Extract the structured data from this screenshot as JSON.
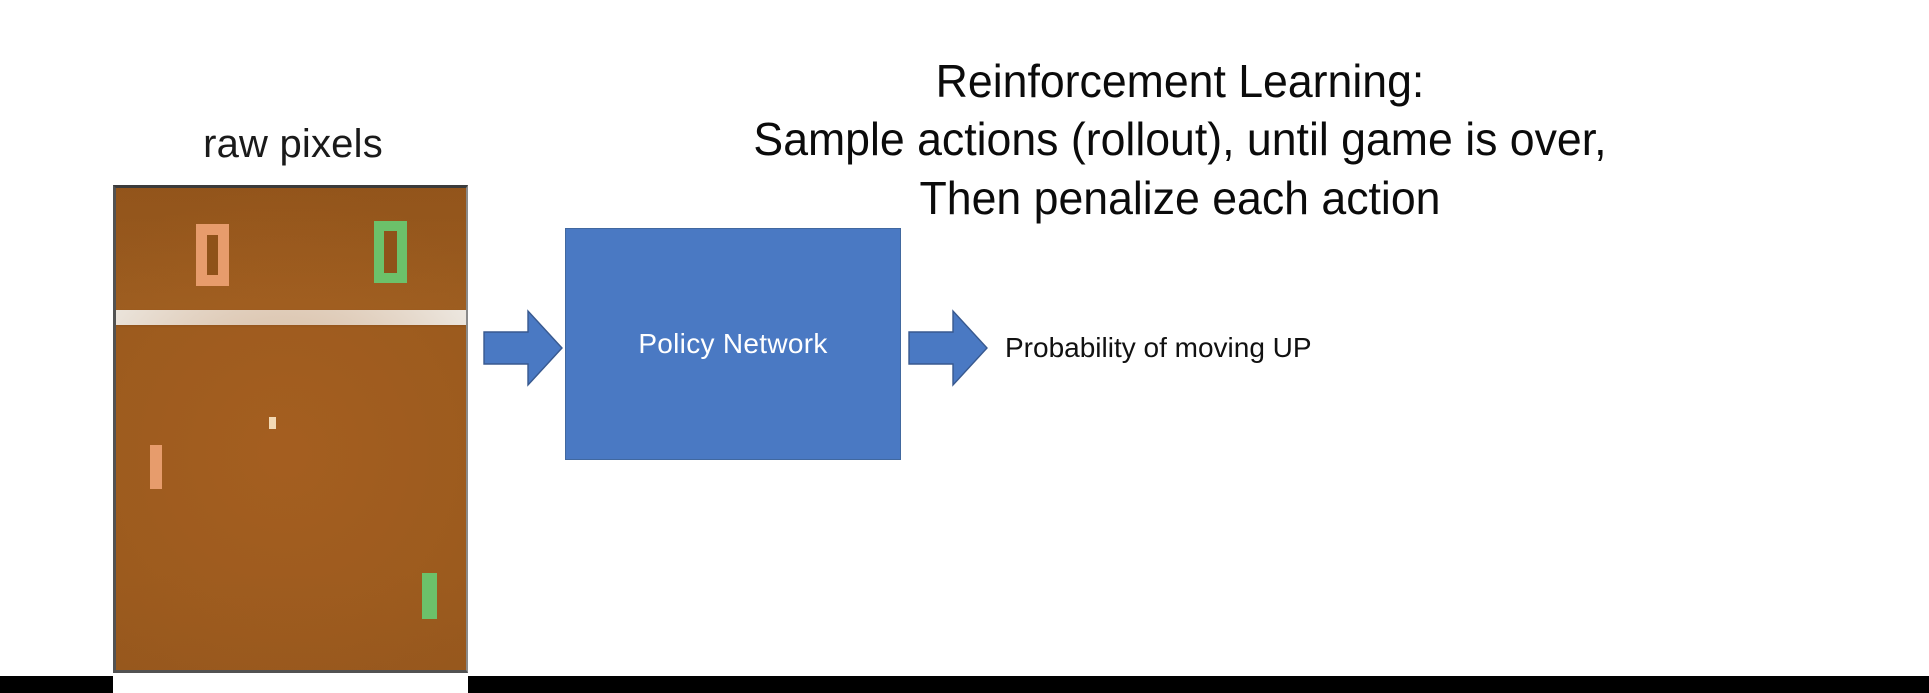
{
  "slide": {
    "background_color": "#ffffff",
    "bottom_band_color": "#000000"
  },
  "input_panel": {
    "caption": "raw pixels",
    "game": {
      "name": "pong-frame",
      "field_color": "#9a5a1e",
      "divider_color": "#f1f1ee",
      "left_player_color": "#e79c6c",
      "right_player_color": "#6cc16a",
      "ball_color": "#f3d9b4",
      "score_left": "0",
      "score_right": "0"
    }
  },
  "pipeline": {
    "arrow_in_label": "arrow-right",
    "arrow_out_label": "arrow-right",
    "arrow_color": "#4a79c3",
    "policy_box": {
      "label": "Policy Network",
      "fill": "#4a79c3",
      "text_color": "#ffffff"
    },
    "output_label": "Probability of moving UP"
  },
  "heading": {
    "line1": "Reinforcement Learning:",
    "line2": "Sample actions (rollout), until game is over,",
    "line3": "Then penalize each action"
  }
}
